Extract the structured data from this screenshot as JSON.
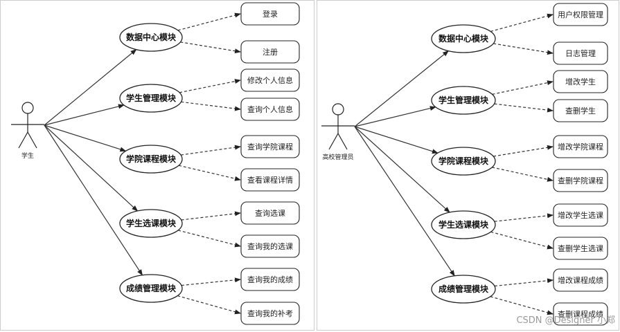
{
  "panels": [
    {
      "actor": "学生",
      "modules": [
        {
          "label": "数据中心模块",
          "features": [
            "登录",
            "注册"
          ]
        },
        {
          "label": "学生管理模块",
          "features": [
            "修改个人信息",
            "查询个人信息"
          ]
        },
        {
          "label": "学院课程模块",
          "features": [
            "查询学院课程",
            "查看课程详情"
          ]
        },
        {
          "label": "学生选课模块",
          "features": [
            "查询选课",
            "查询我的选课"
          ]
        },
        {
          "label": "成绩管理模块",
          "features": [
            "查询我的成绩",
            "查询我的补考"
          ]
        }
      ]
    },
    {
      "actor": "高校管理员",
      "modules": [
        {
          "label": "数据中心模块",
          "features": [
            "用户权限管理",
            "日志管理"
          ]
        },
        {
          "label": "学生管理模块",
          "features": [
            "增改学生",
            "查删学生"
          ]
        },
        {
          "label": "学院课程模块",
          "features": [
            "增改学院课程",
            "查删学院课程"
          ]
        },
        {
          "label": "学生选课模块",
          "features": [
            "增改学生选课",
            "查删学生选课"
          ]
        },
        {
          "label": "成绩管理模块",
          "features": [
            "增改课程成绩",
            "查删课程成绩"
          ]
        }
      ]
    }
  ],
  "watermark": "CSDN @Designer 小郑",
  "colors": {
    "stroke": "#222222",
    "watermark": "#9a9a9a"
  }
}
